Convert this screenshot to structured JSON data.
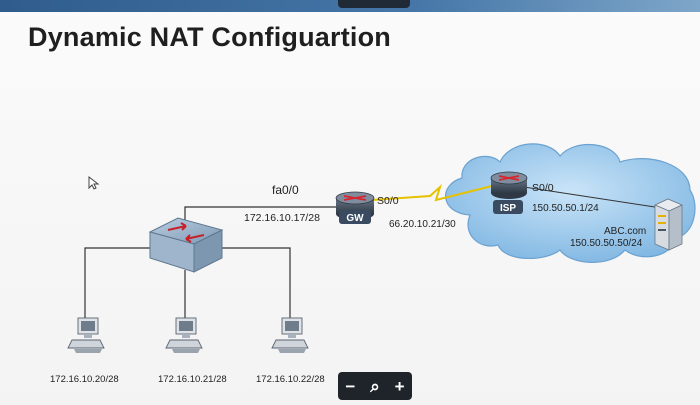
{
  "title": "Dynamic NAT Configuartion",
  "devices": {
    "gw": {
      "label": "GW"
    },
    "isp": {
      "label": "ISP"
    }
  },
  "labels": {
    "gw_fa": "fa0/0",
    "gw_fa_ip": "172.16.10.17/28",
    "gw_s0": "S0/0",
    "gw_s0_ip": "66.20.10.21/30",
    "isp_s0": "S0/0",
    "isp_ip": "150.50.50.1/24",
    "server_name": "ABC.com",
    "server_ip": "150.50.50.50/24"
  },
  "hosts": [
    {
      "ip": "172.16.10.20/28"
    },
    {
      "ip": "172.16.10.21/28"
    },
    {
      "ip": "172.16.10.22/28"
    }
  ],
  "zoom": {
    "minus": "−",
    "search": "⌕",
    "plus": "+"
  },
  "colors": {
    "cloud": "#9cc9ec",
    "router": "#3e4a5a",
    "switch": "#8aa3bd",
    "link": "#333333",
    "serial": "#e6c200"
  }
}
